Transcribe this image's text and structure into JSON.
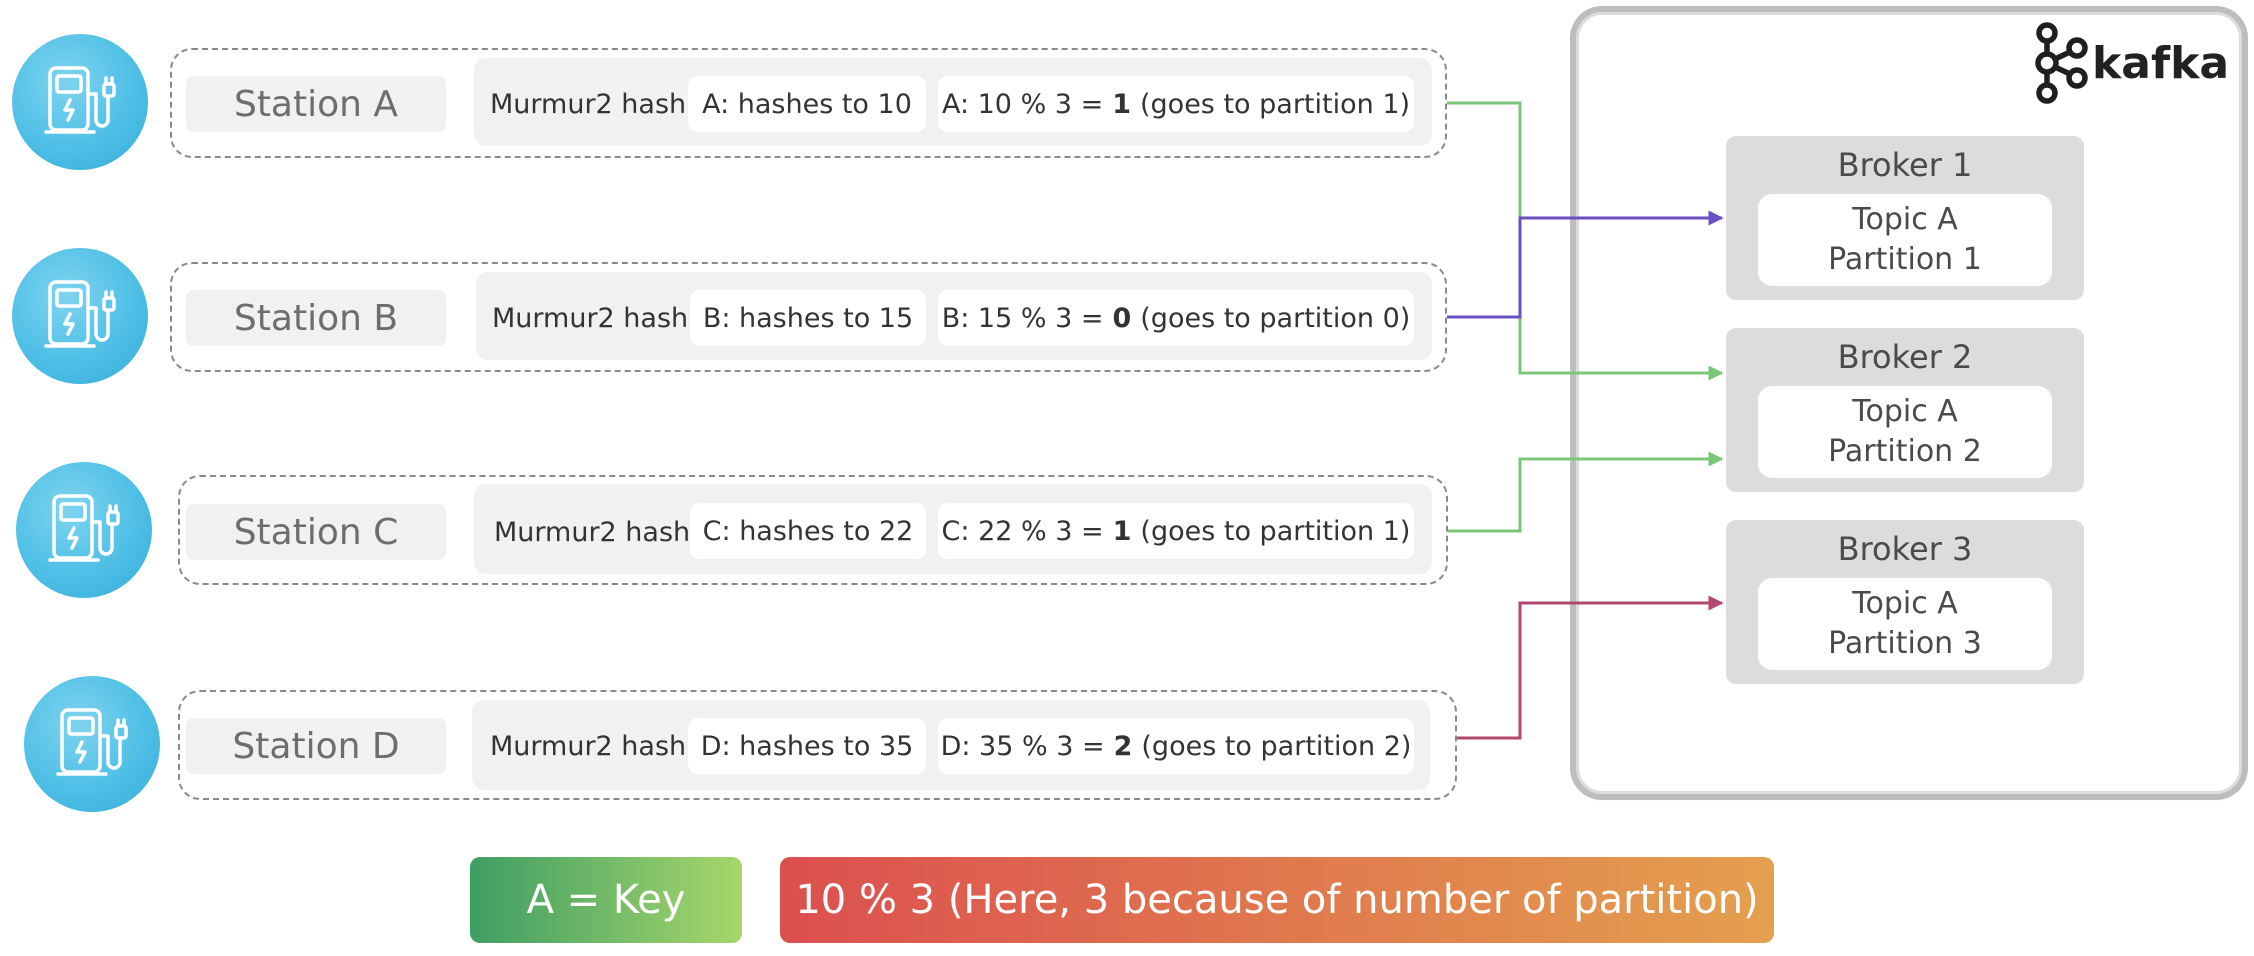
{
  "stations": [
    {
      "label": "Station A",
      "hash_label": "Murmur2 hash",
      "hash_value": "A: hashes to 10",
      "mod_prefix": "A: 10 % 3 =",
      "mod_result": "1",
      "mod_suffix": "(goes to partition 1)"
    },
    {
      "label": "Station B",
      "hash_label": "Murmur2 hash",
      "hash_value": "B: hashes to 15",
      "mod_prefix": "B: 15 % 3 =",
      "mod_result": "0",
      "mod_suffix": "(goes to partition 0)"
    },
    {
      "label": "Station C",
      "hash_label": "Murmur2 hash",
      "hash_value": "C: hashes to 22",
      "mod_prefix": "C: 22 % 3 =",
      "mod_result": "1",
      "mod_suffix": "(goes to partition 1)"
    },
    {
      "label": "Station D",
      "hash_label": "Murmur2 hash",
      "hash_value": "D: hashes to 35",
      "mod_prefix": "D: 35 % 3 =",
      "mod_result": "2",
      "mod_suffix": "(goes to partition 2)"
    }
  ],
  "cluster": {
    "logo_text": "kafka",
    "logo_icon": "kafka-logo-icon",
    "brokers": [
      {
        "title": "Broker 1",
        "topic": "Topic A",
        "partition": "Partition 1"
      },
      {
        "title": "Broker 2",
        "topic": "Topic A",
        "partition": "Partition 2"
      },
      {
        "title": "Broker 3",
        "topic": "Topic A",
        "partition": "Partition 3"
      }
    ]
  },
  "connectors": [
    {
      "from": "Station A",
      "to": "Broker 2",
      "color": "#7cc47a"
    },
    {
      "from": "Station B",
      "to": "Broker 1",
      "color": "#6a4fc2"
    },
    {
      "from": "Station C",
      "to": "Broker 2",
      "color": "#7cc47a"
    },
    {
      "from": "Station D",
      "to": "Broker 3",
      "color": "#b2496b"
    }
  ],
  "legend": {
    "key_text": "A = Key",
    "mod_text": "10 % 3 (Here, 3 because of number of partition)",
    "key_colors": [
      "#3e9e64",
      "#a7d66b"
    ],
    "mod_colors": [
      "#dc4f4f",
      "#e4a04e"
    ]
  },
  "icons": {
    "station_icon": "ev-charging-station-icon"
  }
}
